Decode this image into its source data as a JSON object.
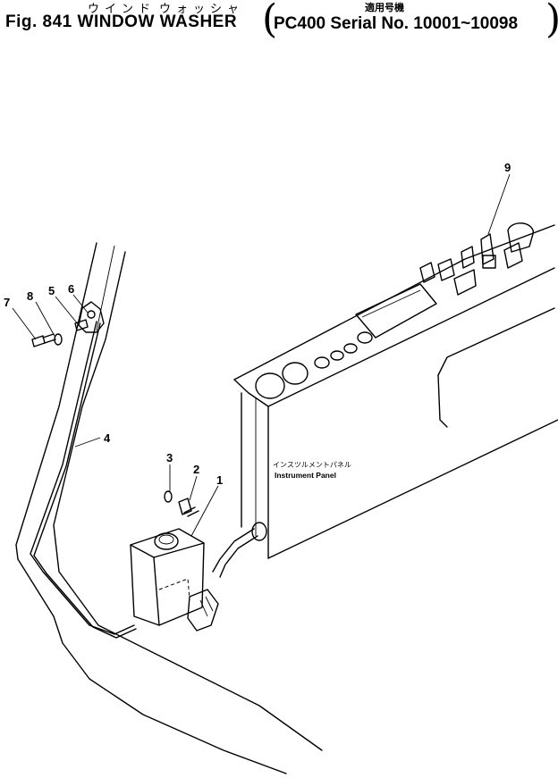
{
  "title": {
    "figure": "Fig. 841 WINDOW WASHER",
    "kana_1": "ウインド",
    "kana_2": "ウォッシャ",
    "applicability_label": "適用号機",
    "serial": "PC400  Serial  No. 10001~10098"
  },
  "panel_label": {
    "japanese": "インスツルメントパネル",
    "english": "Instrument  Panel"
  },
  "callouts": [
    {
      "id": "c1",
      "label": "1"
    },
    {
      "id": "c2",
      "label": "2"
    },
    {
      "id": "c3",
      "label": "3"
    },
    {
      "id": "c4",
      "label": "4"
    },
    {
      "id": "c5",
      "label": "5"
    },
    {
      "id": "c6",
      "label": "6"
    },
    {
      "id": "c7",
      "label": "7"
    },
    {
      "id": "c8",
      "label": "8"
    },
    {
      "id": "c9",
      "label": "9"
    }
  ],
  "colors": {
    "ink": "#000000",
    "paper": "#ffffff"
  }
}
